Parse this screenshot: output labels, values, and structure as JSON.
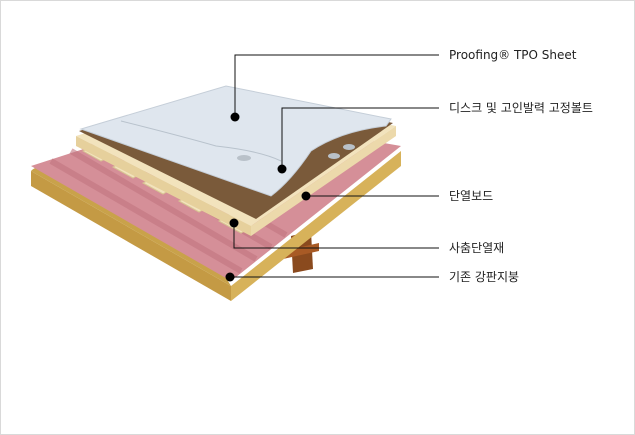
{
  "labels": [
    {
      "text": "Proofing® TPO Sheet"
    },
    {
      "text": "디스크 및 고인발력 고정볼트"
    },
    {
      "text": "단열보드"
    },
    {
      "text": "사춤단열재"
    },
    {
      "text": "기존 강판지붕"
    }
  ],
  "colors": {
    "deck": "#c9a24a",
    "steel": "#d58f98",
    "insulation": "#f2e3bd",
    "membrane": "#dfe6ee",
    "underlay": "#7a5a3a",
    "purlin": "#8a4a1e"
  }
}
